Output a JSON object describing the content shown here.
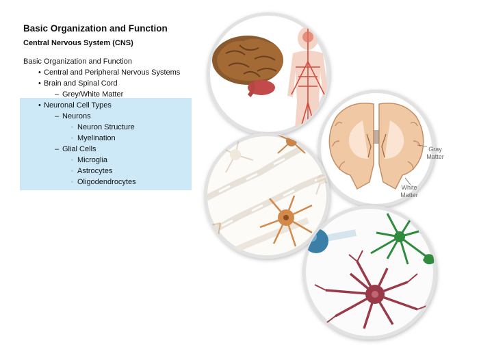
{
  "slide": {
    "title": "Basic Organization and Function",
    "subtitle": "Central Nervous System (CNS)",
    "outline": [
      {
        "level": 0,
        "text": "Basic Organization and Function"
      },
      {
        "level": 1,
        "text": "Central and Peripheral Nervous Systems"
      },
      {
        "level": 1,
        "text": "Brain and Spinal Cord"
      },
      {
        "level": 2,
        "text": "Grey/White Matter"
      },
      {
        "level": 1,
        "text": "Neuronal Cell Types"
      },
      {
        "level": 2,
        "text": "Neurons"
      },
      {
        "level": 3,
        "text": "Neuron Structure"
      },
      {
        "level": 3,
        "text": "Myelination"
      },
      {
        "level": 2,
        "text": "Glial Cells"
      },
      {
        "level": 3,
        "text": "Microglia"
      },
      {
        "level": 3,
        "text": "Astrocytes"
      },
      {
        "level": 3,
        "text": "Oligodendrocytes"
      }
    ]
  },
  "figure": {
    "gray_matter_label": "Gray Matter",
    "white_matter_label": "White Matter"
  },
  "colors": {
    "highlight": "#cde9f7",
    "brain_tissue": "#f1c8a4",
    "neuron_orange": "#d2894a",
    "glia_green": "#2f8b3e",
    "glia_red": "#9a3a48",
    "glia_blue": "#3a7fa8"
  }
}
